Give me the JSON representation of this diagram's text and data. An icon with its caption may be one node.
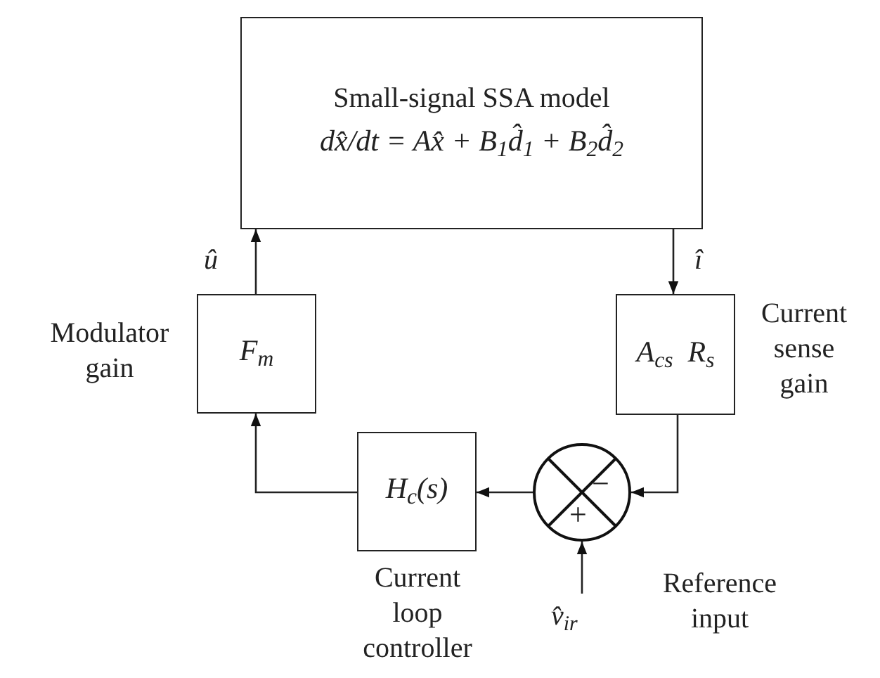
{
  "diagram": {
    "nodes": [
      {
        "text": [
          "Small-signal SSA model",
          "dx̂/dt = Ax̂ + B$_{1}$d̂$_{1}$ + B$_{2}$d̂$_{2}$"
        ]
      },
      {
        "text": [
          "F$_{m}$"
        ],
        "beside": [
          "Modulator gain"
        ]
      },
      {
        "text": [
          "A$_{cs}$  R$_{s}$"
        ],
        "beside": [
          "Current sense gain"
        ]
      },
      {
        "text": [
          "H$_{c}$(s)"
        ],
        "beside": [
          "Current loop controller"
        ]
      },
      {
        "text": [
          "−",
          "+"
        ]
      }
    ],
    "edges": [
      {
        "from": 1,
        "to": 0,
        "arrow": "to",
        "label": "û"
      },
      {
        "from": 0,
        "to": 2,
        "arrow": "to",
        "label": "î"
      },
      {
        "from": 2,
        "to": 4,
        "arrow": "to"
      },
      {
        "from": 4,
        "to": 3,
        "arrow": "to"
      },
      {
        "from": 3,
        "to": 1,
        "arrow": "to"
      },
      {
        "from": null,
        "to": 4,
        "arrow": "to",
        "label": "v̂$_{ir}$"
      }
    ],
    "labels": [
      "Reference input"
    ]
  }
}
